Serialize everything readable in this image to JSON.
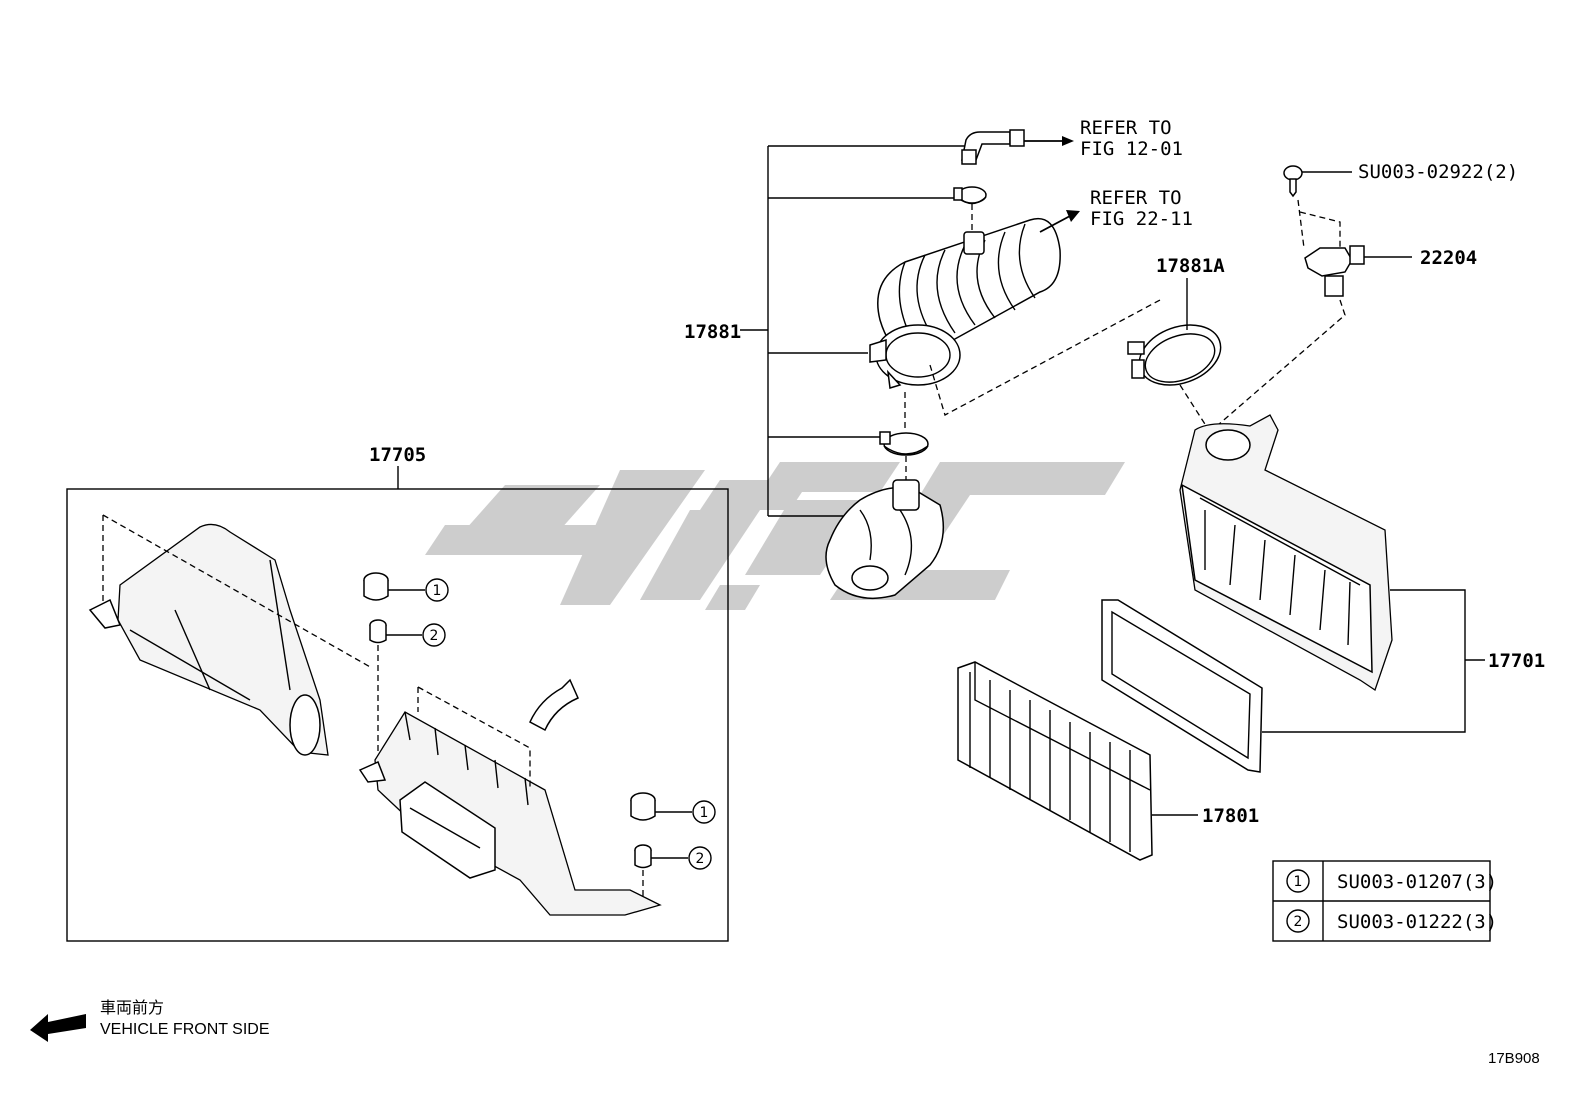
{
  "callouts": {
    "p17881": "17881",
    "p17881A": "17881A",
    "p22204": "22204",
    "p17705": "17705",
    "p17701": "17701",
    "p17801": "17801",
    "su_bolt": "SU003-02922(2)"
  },
  "refs": {
    "ref1_line1": "REFER TO",
    "ref1_line2": "FIG 12-01",
    "ref2_line1": "REFER TO",
    "ref2_line2": "FIG 22-11"
  },
  "circled_marks": {
    "one": "1",
    "two": "2"
  },
  "legend": {
    "rows": [
      {
        "mark": "1",
        "part": "SU003-01207(3)"
      },
      {
        "mark": "2",
        "part": "SU003-01222(3)"
      }
    ]
  },
  "front_note": {
    "jp": "車両前方",
    "en": "VEHICLE FRONT SIDE"
  },
  "figure_code": "17B908",
  "colors": {
    "line": "#000000",
    "watermark": "#c8c8c8",
    "background": "#ffffff"
  }
}
